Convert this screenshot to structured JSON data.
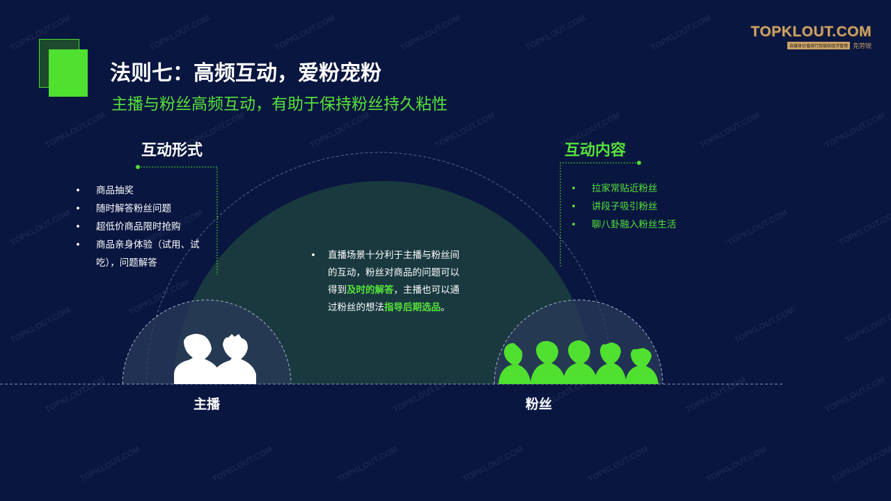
{
  "brand": {
    "logo": "TOPKLOUT.COM",
    "tagline": "自媒体价值排行及版权经济管理",
    "cn_name": "克劳锐"
  },
  "title": "法则七：高频互动，爱粉宠粉",
  "subtitle": "主播与粉丝高频互动，有助于保持粉丝持久粘性",
  "left_section": {
    "heading": "互动形式",
    "items": [
      "商品抽奖",
      "随时解答粉丝问题",
      "超低价商品限时抢购",
      "商品亲身体验（试用、试吃），问题解答"
    ]
  },
  "right_section": {
    "heading": "互动内容",
    "items": [
      "拉家常贴近粉丝",
      "讲段子吸引粉丝",
      "聊八卦融入粉丝生活"
    ]
  },
  "center": {
    "bullet": "•",
    "text_1": "直播场景十分利于主播与粉丝间的互动，粉丝对商品的问题可以得到",
    "highlight_1": "及时的解答",
    "text_2": "，主播也可以通过粉丝的想法",
    "highlight_2": "指导后期选品",
    "text_3": "。"
  },
  "labels": {
    "host": "主播",
    "fans": "粉丝"
  },
  "colors": {
    "background": "#091640",
    "accent_green": "#4fe030",
    "dome": "#1c4040",
    "text": "#ffffff"
  },
  "watermark": "TOPKLOUT.COM"
}
